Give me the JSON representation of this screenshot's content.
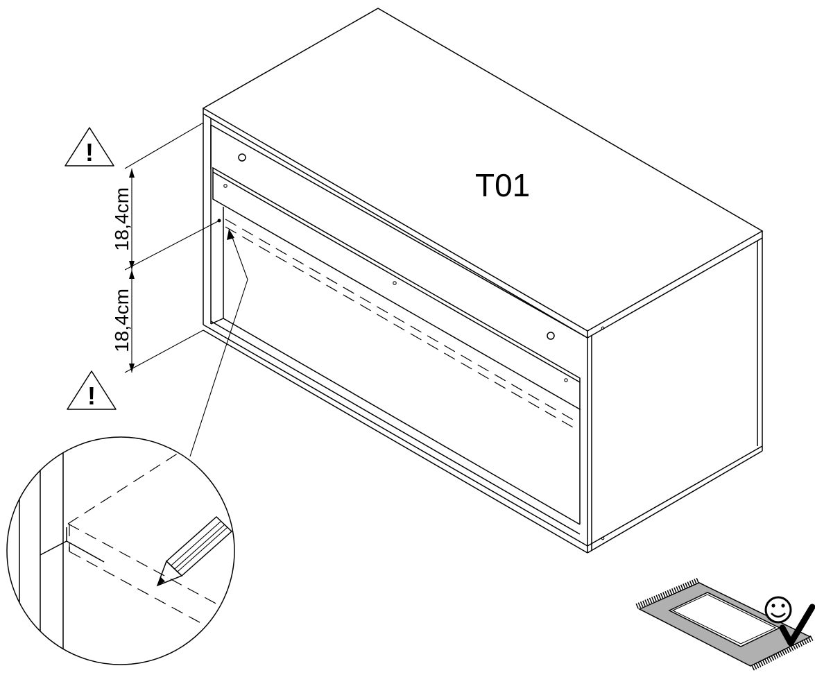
{
  "part_label": "T01",
  "dimensions": [
    {
      "value": "18,4cm"
    },
    {
      "value": "18,4cm"
    }
  ],
  "warnings": [
    {
      "icon": "warning-triangle-icon",
      "glyph": "!"
    },
    {
      "icon": "warning-triangle-icon",
      "glyph": "!"
    }
  ],
  "icons": {
    "detail": "pencil-icon",
    "tip": "soft-surface-mat-icon",
    "face": "smiley-face-icon",
    "check": "checkmark-icon"
  }
}
